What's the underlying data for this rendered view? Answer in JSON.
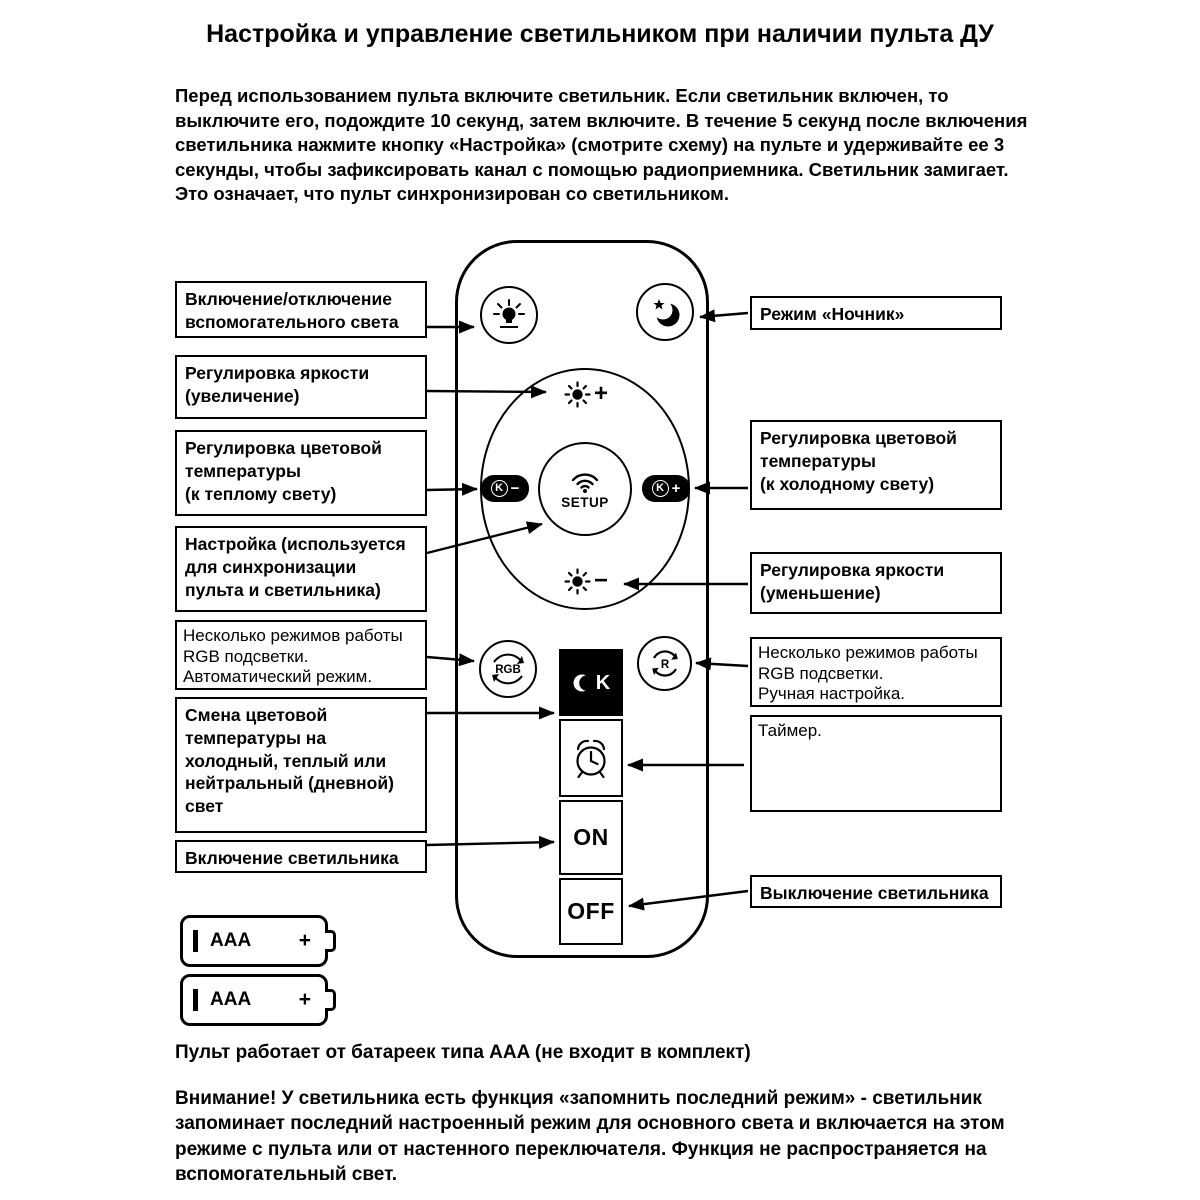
{
  "title": "Настройка и управление светильником при наличии пульта ДУ",
  "intro": "Перед использованием пульта включите светильник. Если светильник включен, то выключите его, подождите 10 секунд, затем включите. В течение 5 секунд после включения светильника нажмите кнопку «Настройка» (смотрите схему) на пульте и удерживайте ее 3 секунды, чтобы зафиксировать канал с помощью радиоприемника. Светильник замигает. Это означает, что пульт синхронизирован со светильником.",
  "callouts_left": [
    "Включение/отключение\nвспомогательного света",
    "Регулировка яркости\n(увеличение)",
    "Регулировка цветовой\nтемпературы\n(к теплому свету)",
    "Настройка (используется\nдля синхронизации\nпульта и светильника)",
    "Несколько режимов работы\nRGB подсветки.\nАвтоматический режим.",
    "Смена цветовой\nтемпературы на\nхолодный, теплый или\nнейтральный (дневной)\nсвет",
    "Включение светильника"
  ],
  "callouts_right": [
    "Режим «Ночник»",
    "Регулировка цветовой\nтемпературы\n(к холодному свету)",
    "Регулировка яркости\n(уменьшение)",
    "Несколько режимов работы\nRGB подсветки.\nРучная настройка.",
    "Таймер.",
    "Выключение светильника"
  ],
  "remote": {
    "setup_label": "SETUP",
    "on_label": "ON",
    "off_label": "OFF",
    "k": "K",
    "minus_sign": "−",
    "plus_sign": "+",
    "rgb_label": "RGB",
    "r_label": "R"
  },
  "battery": {
    "type_label": "AAA",
    "plus_sign": "+"
  },
  "battery_note": "Пульт работает от батареек типа AAA (не входит в комплект)",
  "warning": "Внимание! У светильника есть функция «запомнить последний режим» - светильник запоминает последний настроенный режим для основного света и включается на этом режиме с пульта или от настенного переключателя. Функция не распространяется на вспомогательный свет."
}
